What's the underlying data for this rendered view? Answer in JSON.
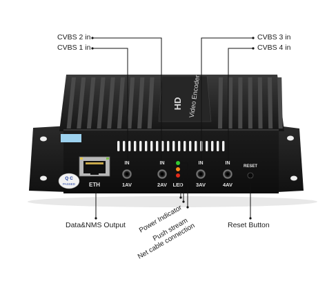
{
  "callouts": {
    "cvbs2": "CVBS 2 in",
    "cvbs1": "CVBS 1 in",
    "cvbs3": "CVBS 3 in",
    "cvbs4": "CVBS 4 in",
    "data_nms": "Data&NMS Output",
    "reset_button": "Reset Button",
    "power_indicator": "Power Indicator",
    "push_stream": "Push stream",
    "net_cable": "Net cable connection"
  },
  "device": {
    "top_logo": "HD",
    "top_text": "Video Encoder",
    "qc_badge_line1": "Q C",
    "qc_badge_line2": "PASSED",
    "port_eth": "ETH",
    "port_1av": "1AV",
    "port_2av": "2AV",
    "port_3av": "3AV",
    "port_4av": "4AV",
    "in_label": "IN",
    "led_label": "LED",
    "reset_label": "RESET"
  },
  "colors": {
    "led_green": "#33cc33",
    "led_orange": "#ff8a1a",
    "led_red": "#e22a1a",
    "body": "#222222"
  }
}
